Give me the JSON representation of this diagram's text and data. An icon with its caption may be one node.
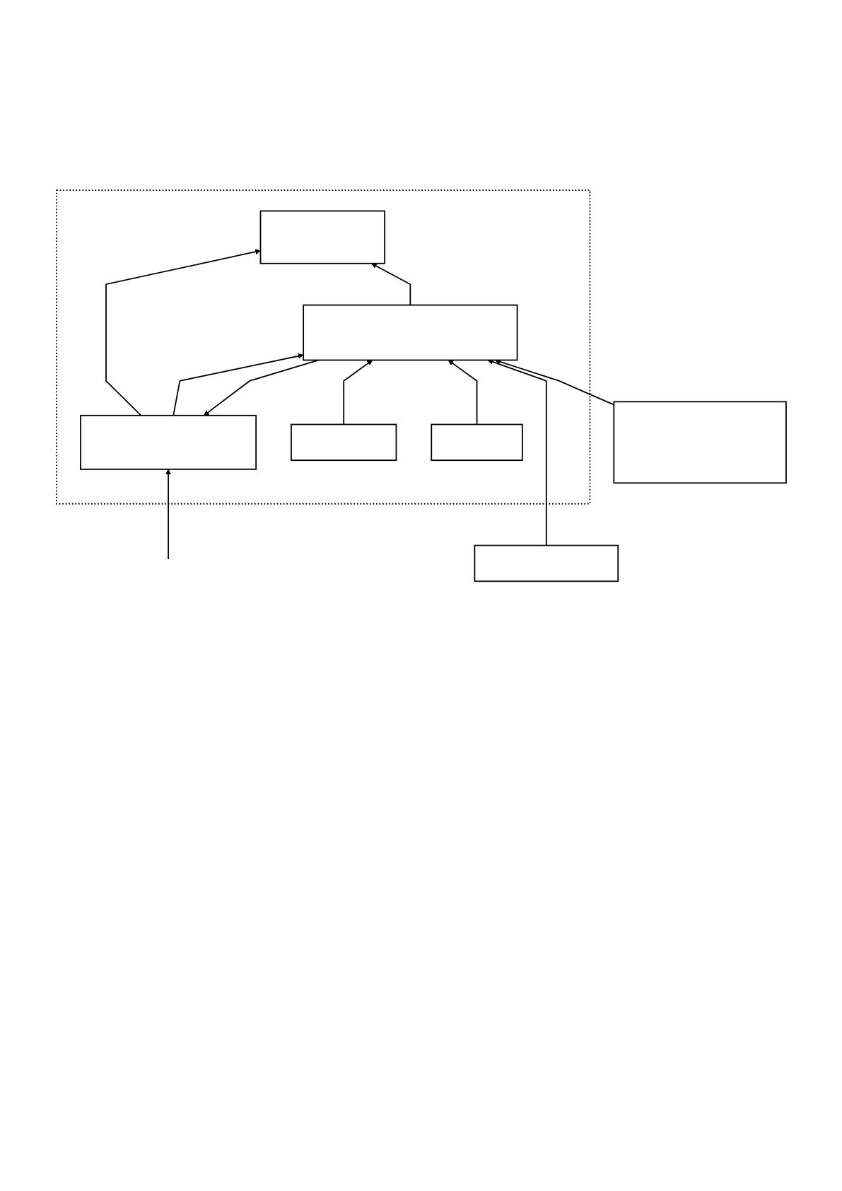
{
  "diagram": {
    "nodes": [
      {
        "text": [],
        "shape": "box"
      },
      {
        "text": [],
        "shape": "box",
        "in": 0
      },
      {
        "text": [],
        "shape": "box",
        "in": 0
      },
      {
        "text": [],
        "shape": "box",
        "in": 0
      },
      {
        "text": [],
        "shape": "box"
      },
      {
        "text": [],
        "shape": "box",
        "in": 0
      },
      {
        "text": [],
        "shape": "box",
        "in": 0
      },
      {
        "text": [],
        "shape": "box"
      }
    ],
    "edges": [
      {
        "from": 2,
        "to": 1,
        "arrow": "to"
      },
      {
        "from": 3,
        "to": 1,
        "arrow": "to"
      },
      {
        "from": 3,
        "to": 2,
        "arrow": "to"
      },
      {
        "from": 2,
        "to": 3,
        "arrow": "to"
      },
      {
        "from": 4,
        "to": 3,
        "arrow": "to"
      },
      {
        "from": null,
        "to": 2,
        "arrow": "to"
      },
      {
        "from": 5,
        "to": 3,
        "arrow": "to"
      },
      {
        "from": 6,
        "to": 3,
        "arrow": "to"
      },
      {
        "from": 7,
        "to": 3,
        "arrow": "to"
      }
    ]
  }
}
